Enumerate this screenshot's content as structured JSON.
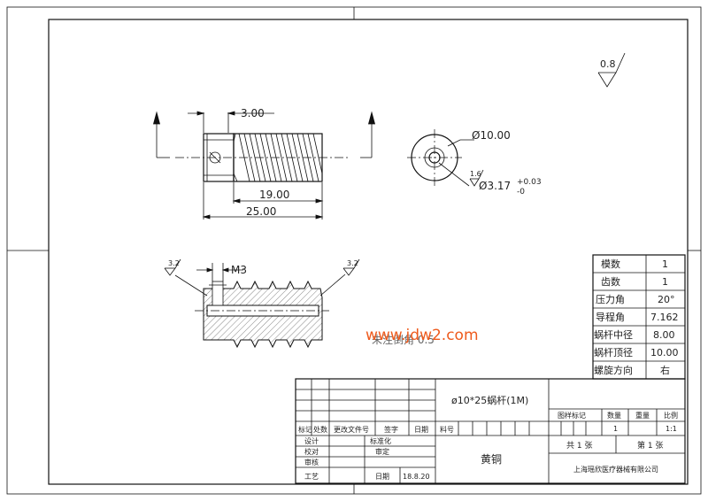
{
  "drawing": {
    "surface_finish_general": "0.8",
    "dim_shaft_length": "3.00",
    "dim_thread_length": "19.00",
    "dim_total_length": "25.00",
    "dim_outer_diameter": "Ø10.00",
    "dim_bore_diameter": "Ø3.17",
    "dim_bore_tolerance_upper": "+0.03",
    "dim_bore_tolerance_lower": "-0",
    "roughness_bore": "1.6",
    "thread_callout": "M3",
    "roughness_left": "3.2",
    "roughness_right": "3.2",
    "note_chamfer": "未注倒角 0.5",
    "watermark": "www.jdw2.com"
  },
  "params_table": {
    "rows": [
      {
        "label": "模数",
        "value": "1"
      },
      {
        "label": "齿数",
        "value": "1"
      },
      {
        "label": "压力角",
        "value": "20°"
      },
      {
        "label": "导程角",
        "value": "7.162"
      },
      {
        "label": "蜗杆中径",
        "value": "8.00"
      },
      {
        "label": "蜗杆顶径",
        "value": "10.00"
      },
      {
        "label": "螺旋方向",
        "value": "右"
      }
    ]
  },
  "title_block": {
    "part_name": "ø10*25蜗杆(1M)",
    "material": "黄铜",
    "company": "上海瑶欣医疗器械有限公司",
    "hdr_mark": "标记",
    "hdr_count": "处数",
    "hdr_change_doc": "更改文件号",
    "hdr_sign": "签字",
    "hdr_date": "日期",
    "hdr_material": "料号",
    "lbl_design": "设计",
    "lbl_standard": "标准化",
    "lbl_check": "校对",
    "lbl_review": "审定",
    "lbl_audit": "审核",
    "lbl_process": "工艺",
    "lbl_date": "日期",
    "date_value": "18.8.20",
    "lbl_stage_mark": "图样标记",
    "lbl_quantity": "数量",
    "lbl_weight": "重量",
    "lbl_scale": "比例",
    "quantity_value": "1",
    "scale_value": "1:1",
    "sheets_total": "共 1 张",
    "sheet_number": "第 1 张"
  }
}
